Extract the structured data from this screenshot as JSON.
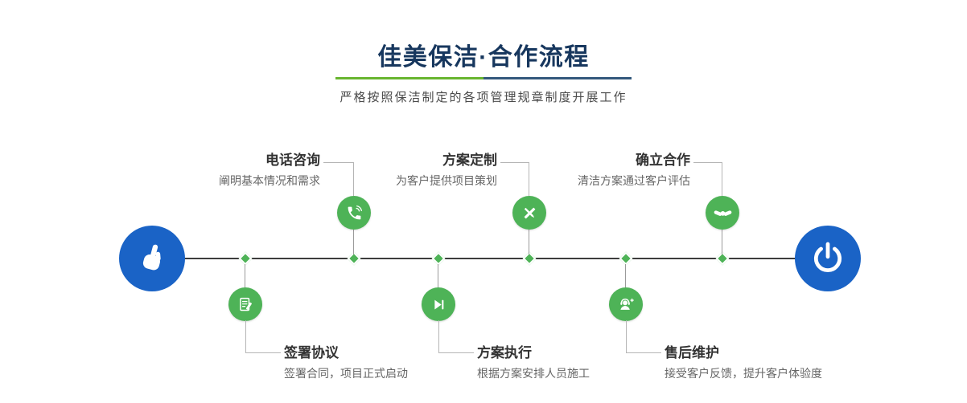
{
  "header": {
    "title": "佳美保洁·合作流程",
    "subtitle": "严格按照保洁制定的各项管理规章制度开展工作"
  },
  "colors": {
    "accent_green": "#4eb357",
    "accent_blue": "#1a63c6",
    "title_navy": "#17375e",
    "divider_green": "#68b52f",
    "divider_blue": "#33587c"
  },
  "timeline": {
    "start_icon": "hand-pointer-icon",
    "end_icon": "power-icon",
    "top_steps": [
      {
        "title": "电话咨询",
        "desc": "阐明基本情况和需求",
        "icon": "phone-icon"
      },
      {
        "title": "方案定制",
        "desc": "为客户提供项目策划",
        "icon": "design-tools-icon"
      },
      {
        "title": "确立合作",
        "desc": "清洁方案通过客户评估",
        "icon": "handshake-icon"
      }
    ],
    "bottom_steps": [
      {
        "title": "签署协议",
        "desc": "签署合同，项目正式启动",
        "icon": "contract-icon"
      },
      {
        "title": "方案执行",
        "desc": "根据方案安排人员施工",
        "icon": "play-icon"
      },
      {
        "title": "售后维护",
        "desc": "接受客户反馈，提升客户体验度",
        "icon": "customer-service-icon"
      }
    ]
  }
}
